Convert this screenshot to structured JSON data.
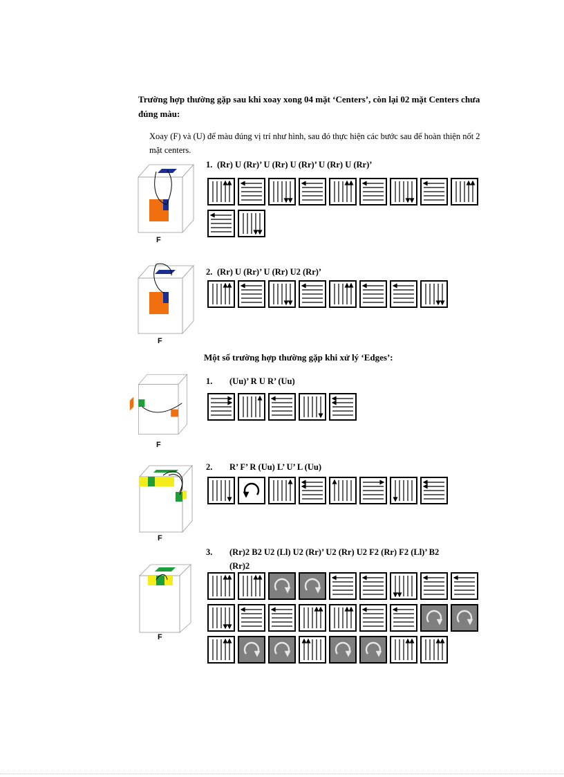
{
  "section1": {
    "heading": "Trường hợp thường gặp sau khi xoay xong 04 mặt ‘Centers’, còn lại 02 mặt Centers chưa đúng màu:",
    "intro": "Xoay (F) và (U) để màu đúng vị trí như hình, sau đó thực hiện các bước sau để hoàn thiện nốt 2 mặt centers.",
    "cases": [
      {
        "number": "1.",
        "formula": "(Rr) U (Rr)’ U (Rr) U (Rr)’ U (Rr) U (Rr)’",
        "face_label": "F",
        "moves": [
          "Rr",
          "U",
          "Rr'",
          "U",
          "Rr",
          "U",
          "Rr'",
          "U",
          "Rr",
          "U",
          "Rr'"
        ]
      },
      {
        "number": "2.",
        "formula": "(Rr) U (Rr)’ U (Rr) U2 (Rr)’",
        "face_label": "F",
        "moves": [
          "Rr",
          "U",
          "Rr'",
          "U",
          "Rr",
          "U",
          "U",
          "Rr'"
        ]
      }
    ]
  },
  "section2": {
    "heading": "Một số trường hợp thường gặp khi xử lý ‘Edges’:",
    "cases": [
      {
        "number": "1.",
        "formula": "(Uu)’ R U R’ (Uu)",
        "face_label": "F",
        "moves": [
          "Uu'",
          "R",
          "U",
          "R'",
          "Uu"
        ]
      },
      {
        "number": "2.",
        "formula": "R’ F’ R (Uu) L’ U’ L (Uu)",
        "face_label": "F",
        "moves": [
          "R'",
          "F'",
          "R",
          "Uu",
          "L'",
          "U'",
          "L",
          "Uu"
        ]
      },
      {
        "number": "3.",
        "formula_line1": "(Rr)2 B2 U2 (Ll) U2 (Rr)’ U2 (Rr) U2 F2 (Rr) F2 (Ll)’ B2",
        "formula_line2": "(Rr)2",
        "face_label": "F",
        "moves": [
          "Rr",
          "Rr",
          "B",
          "B",
          "U",
          "U",
          "Ll",
          "U",
          "U",
          "Rr'",
          "U",
          "U",
          "Rr",
          "Rr",
          "U",
          "U",
          "F",
          "F",
          "Rr",
          "F",
          "F",
          "Ll'",
          "B",
          "B",
          "Rr",
          "Rr"
        ]
      }
    ]
  },
  "colors": {
    "blue": "#1c2f8f",
    "orange": "#f07010",
    "green": "#1e9e3a",
    "yellow": "#f5ec1c",
    "grey": "#7f7f7f"
  }
}
